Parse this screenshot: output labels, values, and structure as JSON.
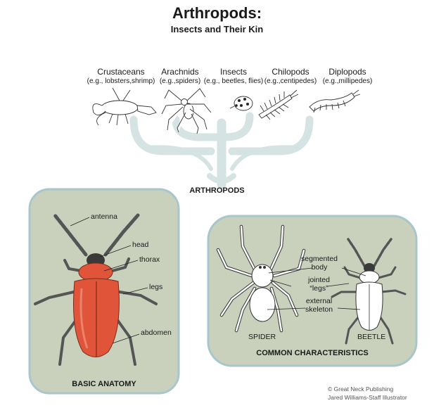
{
  "header": {
    "title": "Arthropods:",
    "subtitle": "Insects and Their Kin"
  },
  "categories": [
    {
      "name": "Crustaceans",
      "example": "(e.g., lobsters,shrimp)"
    },
    {
      "name": "Arachnids",
      "example": "(e.g.,spiders)"
    },
    {
      "name": "Insects",
      "example": "(e.g., beetles, flies)"
    },
    {
      "name": "Chilopods",
      "example": "(e.g.,centipedes)"
    },
    {
      "name": "Diplopods",
      "example": "(e.g.,millipedes)"
    }
  ],
  "tree_root_label": "ARTHROPODS",
  "basic_anatomy": {
    "title": "BASIC ANATOMY",
    "labels": {
      "antenna": "antenna",
      "head": "head",
      "thorax": "thorax",
      "legs": "legs",
      "abdomen": "abdomen"
    }
  },
  "common_characteristics": {
    "title": "COMMON CHARACTERISTICS",
    "labels": {
      "segmented_line1": "segmented",
      "segmented_line2": "body",
      "jointed_line1": "jointed",
      "jointed_line2": "“legs”",
      "external_line1": "external",
      "external_line2": "skeleton"
    },
    "spider_label": "SPIDER",
    "beetle_label": "BEETLE"
  },
  "credit": {
    "line1": "© Great Neck Publishing",
    "line2": "Jared Williams-Staff Illustrator"
  },
  "colors": {
    "panel_fill": "#c9d1bd",
    "panel_stroke": "#a9c6cc",
    "tree": "#d6e3e3",
    "beetle_red": "#e0553a"
  }
}
